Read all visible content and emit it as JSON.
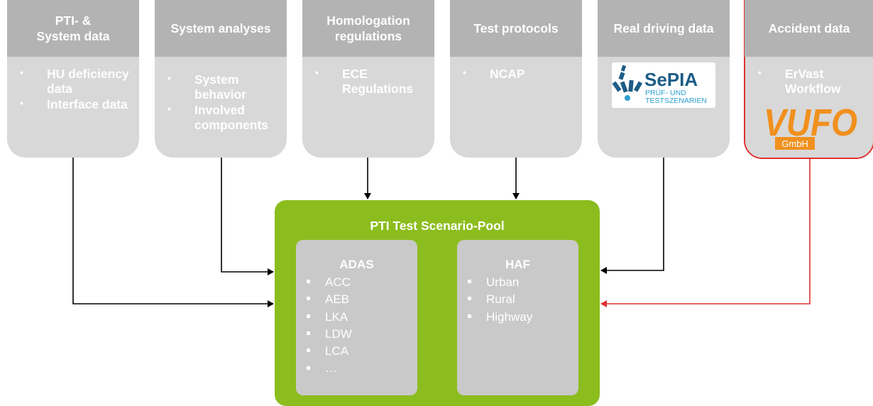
{
  "sources": [
    {
      "id": "pti",
      "title": [
        "PTI- &",
        "System data"
      ],
      "items": [
        "HU deficiency data",
        "Interface data"
      ]
    },
    {
      "id": "system",
      "title": [
        "System analyses"
      ],
      "items": [
        "System behavior",
        "Involved components"
      ]
    },
    {
      "id": "homologation",
      "title": [
        "Homologation",
        "regulations"
      ],
      "items": [
        "ECE Regulations"
      ]
    },
    {
      "id": "test",
      "title": [
        "Test protocols"
      ],
      "items": [
        "NCAP"
      ]
    },
    {
      "id": "real",
      "title": [
        "Real driving data"
      ],
      "items": []
    },
    {
      "id": "accident",
      "title": [
        "Accident data"
      ],
      "items": [
        "ErVast Workflow"
      ]
    }
  ],
  "logos": {
    "sepia": {
      "name": "SePIA",
      "line1": "PRÜF- UND",
      "line2": "TESTSZENARIEN"
    },
    "vufo": {
      "name": "VUFO",
      "sub": "GmbH"
    }
  },
  "pool": {
    "title": "PTI Test Scenario-Pool",
    "adas": {
      "title": "ADAS",
      "items": [
        "ACC",
        "AEB",
        "LKA",
        "LDW",
        "LCA",
        "…"
      ]
    },
    "haf": {
      "title": "HAF",
      "items": [
        "Urban",
        "Rural",
        "Highway"
      ]
    }
  },
  "colors": {
    "header_gray": "#b3b3b3",
    "body_gray": "#d8d8d8",
    "pool_green": "#8cbd1e",
    "inner_gray": "#c9c9c9",
    "highlight_red": "#e03030",
    "vufo_orange": "#f0901e"
  },
  "bullet_glyph": "•"
}
